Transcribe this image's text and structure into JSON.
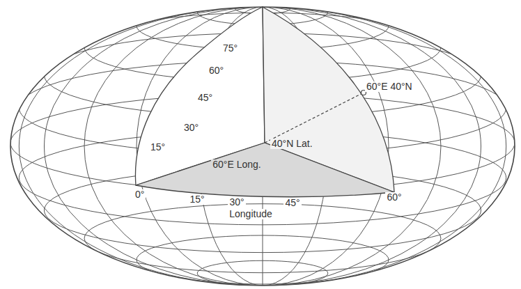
{
  "diagram": {
    "labels": [
      "75°",
      "60°",
      "45°",
      "30°",
      "15°",
      "0°",
      "15°",
      "30°",
      "45°",
      "60°",
      "Longitude",
      "60°E Long.",
      "40°N Lat.",
      "60°E 40°N"
    ]
  }
}
